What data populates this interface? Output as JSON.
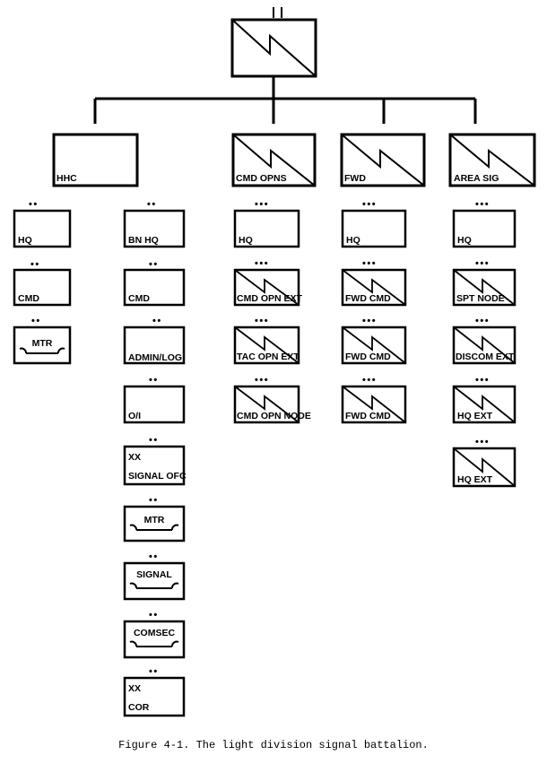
{
  "caption": "Figure 4-1. The light division signal battalion.",
  "units": {
    "hhc": {
      "label": "HHC"
    },
    "cmd_opns": {
      "label": "CMD OPNS"
    },
    "fwd": {
      "label": "FWD"
    },
    "area_sig": {
      "label": "AREA SIG"
    },
    "hhc_hq": {
      "label": "HQ",
      "dots": "••"
    },
    "hhc_cmd": {
      "label": "CMD",
      "dots": "••"
    },
    "hhc_mtr": {
      "label": "MTR",
      "dots": "••"
    },
    "bn_hq": {
      "label": "BN HQ",
      "dots": "••"
    },
    "bn_cmd": {
      "label": "CMD",
      "dots": "••"
    },
    "admin_log": {
      "label": "ADMIN/LOG",
      "dots": "••"
    },
    "o_i": {
      "label": "O/I",
      "dots": "••"
    },
    "sig_ofc": {
      "label1": "XX",
      "label2": "SIGNAL OFC",
      "dots": "••"
    },
    "mtr2": {
      "label": "MTR",
      "dots": "••"
    },
    "signal": {
      "label": "SIGNAL",
      "dots": "••"
    },
    "comsec": {
      "label": "COMSEC",
      "dots": "••"
    },
    "cor": {
      "label1": "XX",
      "label2": "COR",
      "dots": "••"
    },
    "cmd_hq": {
      "label": "HQ",
      "dots": "•••"
    },
    "cmd_opn_ext": {
      "label": "CMD OPN EXT",
      "dots": "•••"
    },
    "tac_opn_ext": {
      "label": "TAC OPN EXT",
      "dots": "•••"
    },
    "cmd_opn_node": {
      "label": "CMD OPN NODE",
      "dots": "•••"
    },
    "fwd_hq": {
      "label": "HQ",
      "dots": "•••"
    },
    "fwd_cmd1": {
      "label": "FWD CMD",
      "dots": "•••"
    },
    "fwd_cmd2": {
      "label": "FWD CMD",
      "dots": "•••"
    },
    "fwd_cmd3": {
      "label": "FWD CMD",
      "dots": "•••"
    },
    "area_hq": {
      "label": "HQ",
      "dots": "•••"
    },
    "spt_node": {
      "label": "SPT NODE",
      "dots": "•••"
    },
    "discom_ext": {
      "label": "DISCOM EXT",
      "dots": "•••"
    },
    "hq_ext1": {
      "label": "HQ EXT",
      "dots": "•••"
    },
    "hq_ext2": {
      "label": "HQ EXT",
      "dots": "•••"
    }
  }
}
